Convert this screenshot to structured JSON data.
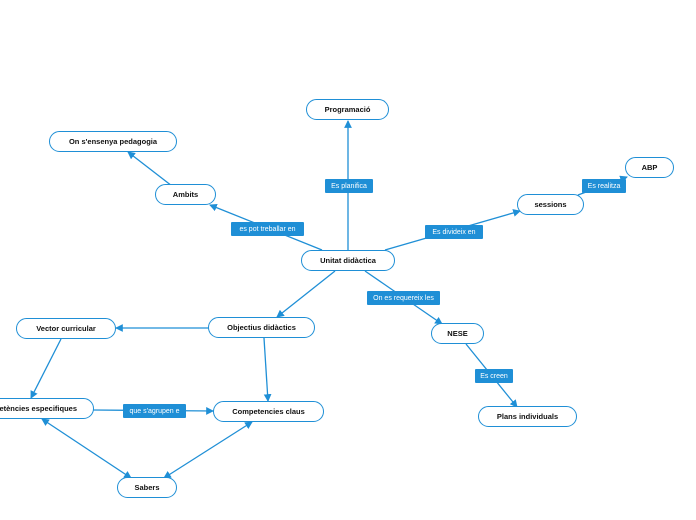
{
  "colors": {
    "accent": "#1f8fd6",
    "node_fill": "#ffffff",
    "text": "#111111"
  },
  "nodes": {
    "unitat": "Unitat didàctica",
    "programacio": "Programació",
    "ensenya": "On s'ensenya pedagogia",
    "ambits": "Ambits",
    "sessions": "sessions",
    "abp": "ABP",
    "vector": "Vector curricular",
    "objectius": "Objectius didàctics",
    "nese": "NESE",
    "competencies_especifiques": "Competències especifiques",
    "competencies_claus": "Competencies claus",
    "plans": "Plans individuals",
    "sabers": "Sabers"
  },
  "labels": {
    "planifica": "Es planifica",
    "treballar": "es pot treballar en",
    "divideix": "Es divideix en",
    "realitza": "Es realitza",
    "requereix": "On es requereix les",
    "agrupen": "que s'agrupen e",
    "creen": "Es creen"
  }
}
